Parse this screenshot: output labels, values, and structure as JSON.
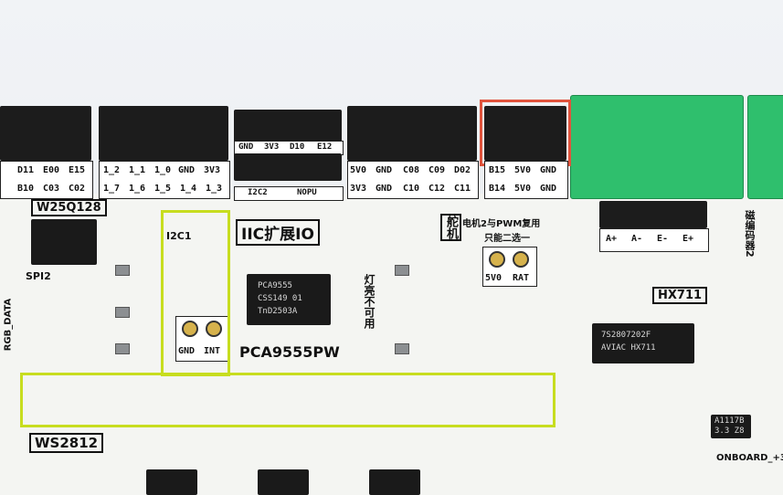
{
  "headers": {
    "h1_top": [
      "D11",
      "E00",
      "E15"
    ],
    "h1_bot": [
      "B10",
      "C03",
      "C02"
    ],
    "h2_top": [
      "1_2",
      "1_1",
      "1_0",
      "GND",
      "3V3"
    ],
    "h2_bot": [
      "1_7",
      "1_6",
      "1_5",
      "1_4",
      "1_3"
    ],
    "h3_top": [
      "GND",
      "3V3",
      "D10",
      "E12"
    ],
    "h3_tags": [
      "I2C2",
      "NOPU"
    ],
    "h4_top": [
      "5V0",
      "GND",
      "C08",
      "C09",
      "D02"
    ],
    "h4_bot": [
      "3V3",
      "GND",
      "C10",
      "C12",
      "C11"
    ],
    "h5_top": [
      "B15",
      "5V0",
      "GND"
    ],
    "h5_bot": [
      "B14",
      "5V0",
      "GND"
    ],
    "hx_labels": [
      "A+",
      "A-",
      "E-",
      "E+"
    ]
  },
  "silkscreen": {
    "w25q128": "W25Q128",
    "spi2": "SPI2",
    "i2c1": "I2C1",
    "iic_expand": "IIC扩展IO",
    "pca_chip": [
      "PCA9555",
      "CSS149 01",
      "TnD2503A"
    ],
    "pca_name": "PCA9555PW",
    "gnd": "GND",
    "int": "INT",
    "rgb_data": "RGB_DATA",
    "light_note": "灯亮不可用",
    "servo": "舵机",
    "motor_note_1": "电机2与PWM复用",
    "motor_note_2": "只能二选一",
    "v5": "5V0",
    "rat": "RAT",
    "hx711": "HX711",
    "hx_chip": [
      "7S2807202F",
      "AVIAC HX711"
    ],
    "ws2812": "WS2812",
    "onboard": "ONBOARD_+3",
    "reg_chip": [
      "A1117B",
      "3.3 Z8"
    ],
    "side_label": "磁编码器2"
  },
  "colors": {
    "highlight": "#e0533c",
    "silk_yellow": "#c7dd1f",
    "terminal_green": "#2fbf6d",
    "pcb": "#f4f5f2"
  }
}
